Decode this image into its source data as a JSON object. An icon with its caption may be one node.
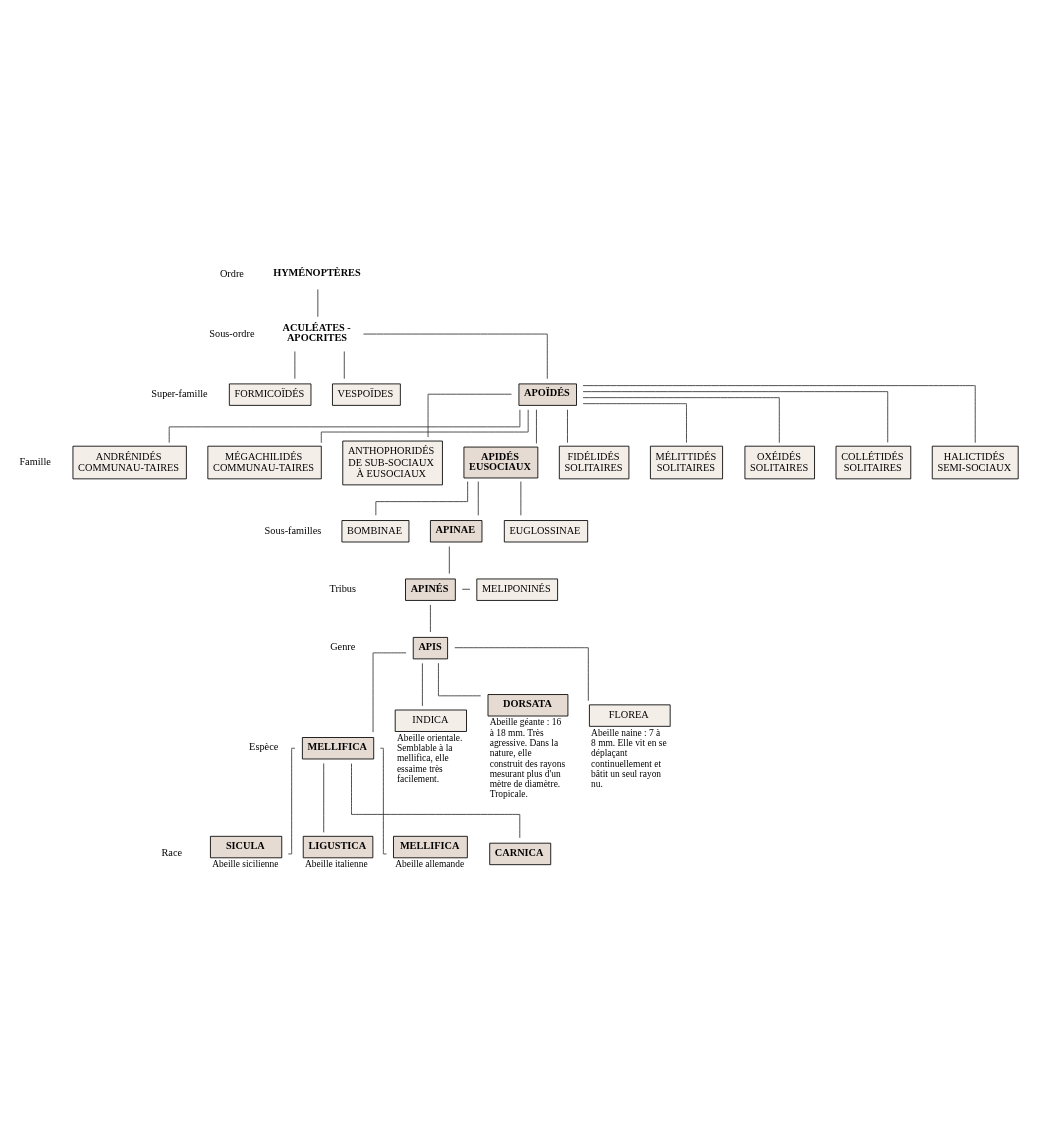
{
  "diagram": {
    "nodes": [
      {
        "text": [
          "HYMÉNOPTÈRES"
        ]
      },
      {
        "text": [
          "ACULÉATES - APOCRITES"
        ]
      },
      {
        "text": [
          "VESPOÏDES"
        ]
      },
      {
        "text": [
          "APOÏDÉS"
        ]
      },
      {
        "text": [
          "FORMICOÏDÉS"
        ]
      },
      {
        "text": [
          "COLLÉTIDÉS SOLITAIRES"
        ]
      },
      {
        "text": [
          "HALICTIDÉS SEMI-SOCIAUX"
        ]
      },
      {
        "text": [
          "ANDRÉNIDÉS COMMUNAU-TAIRES"
        ]
      },
      {
        "text": [
          "MÉGACHILIDÉS COMMUNAU-TAIRES"
        ]
      },
      {
        "text": [
          "ANTHOPHORIDÉS DE SUB-SOCIAUX À EUSOCIAUX"
        ]
      },
      {
        "text": [
          "APIDÉS EUSOCIAUX"
        ]
      },
      {
        "text": [
          "FIDÉLIDÉS SOLITAIRES"
        ]
      },
      {
        "text": [
          "MÉLITTIDÉS SOLITAIRES"
        ]
      },
      {
        "text": [
          "OXÉIDÉS SOLITAIRES"
        ]
      },
      {
        "text": [
          "APINAE"
        ]
      },
      {
        "text": [
          "EUGLOSSINAE"
        ]
      },
      {
        "text": [
          "BOMBINAE"
        ]
      },
      {
        "text": [
          "APINÉS"
        ]
      },
      {
        "text": [
          "MELIPONINÉS"
        ]
      },
      {
        "text": [
          "APIS"
        ]
      },
      {
        "text": [
          "DORSATA"
        ],
        "beside": [
          "Abeille géante : 16 à 18 mm. Très agressive. Dans la nature, elle construit des rayons mesurant plus d'un mètre de diamètre. Tropicale."
        ]
      },
      {
        "text": [
          "FLOREA"
        ],
        "beside": [
          "Abeille naine : 7 à 8 mm. Elle vit en se déplaçant continuellement et bâtit un seul rayon nu."
        ]
      },
      {
        "text": [
          "MELLIFICA"
        ]
      },
      {
        "text": [
          "INDICA"
        ],
        "beside": [
          "Abeille orientale. Semblable à la mellifica, elle essaime très facilement."
        ]
      },
      {
        "text": [
          "MELLIFICA"
        ],
        "beside": [
          "Abeille allemande"
        ]
      },
      {
        "text": [
          "CARNICA"
        ]
      },
      {
        "text": [
          "SICULA"
        ],
        "beside": [
          "Abeille sicilienne"
        ]
      },
      {
        "text": [
          "LIGUSTICA"
        ],
        "beside": [
          "Abeille italienne"
        ]
      }
    ],
    "edges": [
      {
        "from": 0,
        "to": 1,
        "arrow": "none"
      },
      {
        "from": 1,
        "to": 2,
        "arrow": "none"
      },
      {
        "from": 1,
        "to": 3,
        "arrow": "none"
      },
      {
        "from": 1,
        "to": 4,
        "arrow": "none"
      },
      {
        "from": 3,
        "to": 5,
        "arrow": "none"
      },
      {
        "from": 3,
        "to": 6,
        "arrow": "none"
      },
      {
        "from": 3,
        "to": 7,
        "arrow": "none"
      },
      {
        "from": 3,
        "to": 8,
        "arrow": "none"
      },
      {
        "from": 3,
        "to": 9,
        "arrow": "none"
      },
      {
        "from": 3,
        "to": 10,
        "arrow": "none"
      },
      {
        "from": 3,
        "to": 11,
        "arrow": "none"
      },
      {
        "from": 3,
        "to": 12,
        "arrow": "none"
      },
      {
        "from": 3,
        "to": 13,
        "arrow": "none"
      },
      {
        "from": 10,
        "to": 14,
        "arrow": "none"
      },
      {
        "from": 10,
        "to": 15,
        "arrow": "none"
      },
      {
        "from": 10,
        "to": 16,
        "arrow": "none"
      },
      {
        "from": 14,
        "to": 17,
        "arrow": "none"
      },
      {
        "from": 17,
        "to": 18,
        "arrow": "none"
      },
      {
        "from": 17,
        "to": 19,
        "arrow": "none"
      },
      {
        "from": 19,
        "to": 20,
        "arrow": "none"
      },
      {
        "from": 19,
        "to": 21,
        "arrow": "none"
      },
      {
        "from": 19,
        "to": 22,
        "arrow": "none"
      },
      {
        "from": 19,
        "to": 23,
        "arrow": "none"
      },
      {
        "from": 22,
        "to": 24,
        "arrow": "none"
      },
      {
        "from": 22,
        "to": 25,
        "arrow": "none"
      },
      {
        "from": 22,
        "to": 26,
        "arrow": "none"
      },
      {
        "from": 22,
        "to": 27,
        "arrow": "none"
      }
    ],
    "labels": [
      "Ordre",
      "Sous-ordre",
      "Super-famille",
      "Famille",
      "Sous-familles",
      "Tribus",
      "Genre",
      "Espèce",
      "Race"
    ]
  }
}
